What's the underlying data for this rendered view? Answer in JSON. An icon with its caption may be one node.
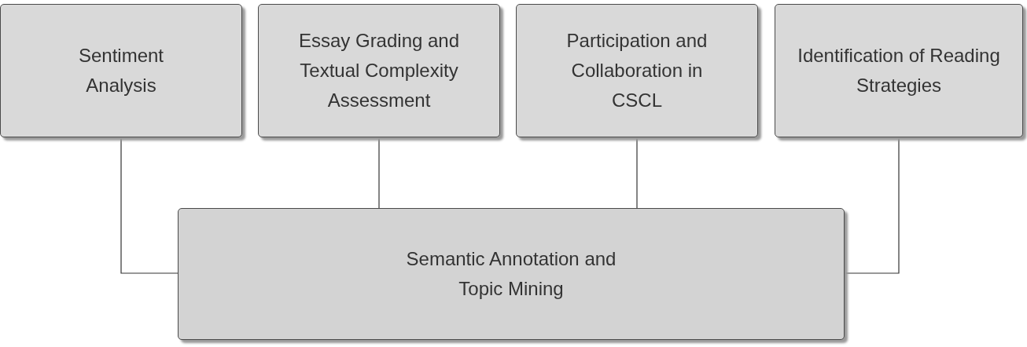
{
  "diagram": {
    "nodes": [
      {
        "text": [
          "Sentiment Analysis"
        ]
      },
      {
        "text": [
          "Essay Grading and Textual Complexity Assessment"
        ]
      },
      {
        "text": [
          "Participation and Collaboration in CSCL"
        ]
      },
      {
        "text": [
          "Identification of Reading Strategies"
        ]
      },
      {
        "text": [
          "Semantic Annotation and Topic Mining"
        ]
      }
    ],
    "edges": [
      {
        "from": 0,
        "to": 4,
        "arrow": "none"
      },
      {
        "from": 1,
        "to": 4,
        "arrow": "none"
      },
      {
        "from": 2,
        "to": 4,
        "arrow": "none"
      },
      {
        "from": 3,
        "to": 4,
        "arrow": "none"
      }
    ]
  }
}
